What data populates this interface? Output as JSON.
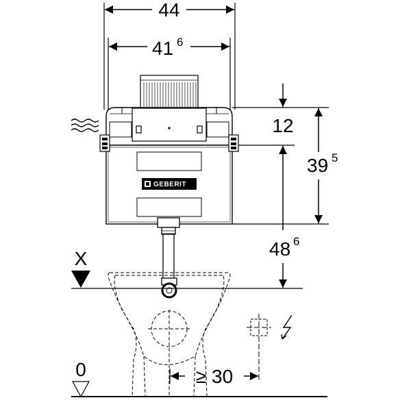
{
  "dimensions": {
    "overall_width": "44",
    "frame_width_main": "41",
    "frame_width_sup": "6",
    "cistern_offset": "12",
    "cistern_height_main": "39",
    "cistern_height_sup": "5",
    "outlet_height_main": "48",
    "outlet_height_sup": "6",
    "min_side_clearance": "≥ 30"
  },
  "markers": {
    "floor_level": "0",
    "reference_level": "X"
  },
  "cistern": {
    "brand": "GEBERIT"
  },
  "icons": {
    "water_supply": "water-supply-icon",
    "electrical": "electrical-icon",
    "brand_logo": "geberit-logo-icon"
  }
}
